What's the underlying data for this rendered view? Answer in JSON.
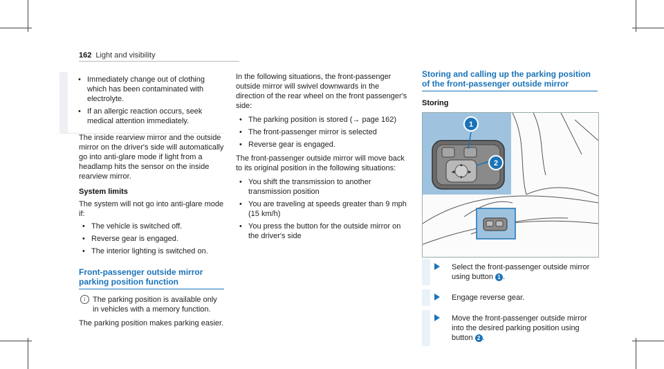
{
  "header": {
    "page_number": "162",
    "section": "Light and visibility"
  },
  "col1": {
    "note_bullets": [
      "Immediately change out of clothing which has been contaminated with electrolyte.",
      "If an allergic reaction occurs, seek medical attention immediately."
    ],
    "intro": "The inside rearview mirror and the outside mirror on the driver's side will automatically go into anti-glare mode if light from a headlamp hits the sensor on the inside rearview mirror.",
    "limits_heading": "System limits",
    "limits_intro": "The system will not go into anti-glare mode if:",
    "limits_bullets": [
      "The vehicle is switched off.",
      "Reverse gear is engaged.",
      "The interior lighting is switched on."
    ],
    "section_heading": "Front-passenger outside mirror parking position function",
    "info_text": "The parking position is available only in vehicles with a memory function.",
    "closing": "The parking position makes parking easier."
  },
  "col2": {
    "intro": "In the following situations, the front-passenger outside mirror will swivel downwards in the direction of the rear wheel on the front passenger's side:",
    "bullets_a": [
      "The parking position is stored (→ page 162)",
      "The front-passenger mirror is selected",
      "Reverse gear is engaged."
    ],
    "middle": "The front-passenger outside mirror will move back to its original position in the following situations:",
    "bullets_b": [
      "You shift the transmission to another transmission position",
      "You are traveling at speeds greater than 9 mph (15 km/h)",
      "You press the button for the outside mirror on the driver's side"
    ]
  },
  "col3": {
    "heading": "Storing and calling up the parking position of the front-passenger outside mirror",
    "subheading": "Storing",
    "callout1": "1",
    "callout2": "2",
    "step1_text": "Select the front-passenger outside mirror using button",
    "step1_ref": "1",
    "step2_text": "Engage reverse gear.",
    "step3_text": "Move the front-passenger outside mirror into the desired parking position using button",
    "step3_ref": "2"
  },
  "colors": {
    "accent": "#1a73b8",
    "note_bar": "#eef0f3",
    "step_bar": "#eaf2f9"
  }
}
